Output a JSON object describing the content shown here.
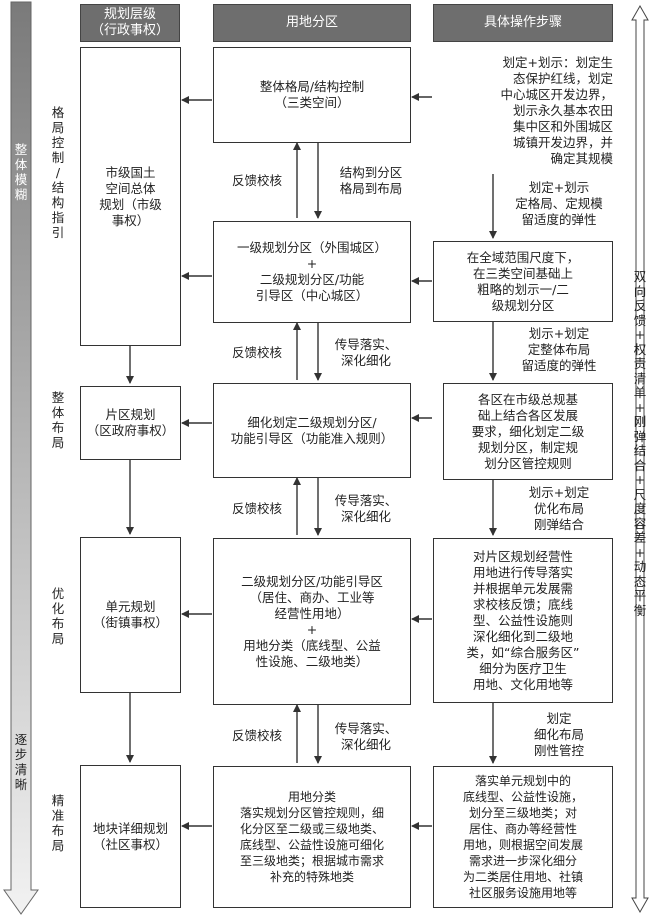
{
  "headers": {
    "level": "规划层级\n（行政事权）",
    "zoning": "用地分区",
    "steps": "具体操作步骤"
  },
  "left_axis": {
    "top": "整\n体\n模\n糊",
    "bottom": "逐\n步\n清\n晰"
  },
  "right_axis": "双\n向\n反\n馈\n+\n权\n责\n清\n单\n+\n刚\n弹\n结\n合\n+\n尺\n度\n容\n差\n+\n动\n态\n平\n衡",
  "stages": [
    "格\n局\n控\n制\n/\n结\n构\n指\n引",
    "整\n体\n布\n局",
    "优\n化\n布\n局",
    "精\n准\n布\n局"
  ],
  "levels": [
    "市级国土\n空间总体\n规划（市级\n事权）",
    "片区规划\n（区政府事权）",
    "单元规划\n（街镇事权）",
    "地块详细规划\n（社区事权）"
  ],
  "zones": [
    "整体格局/结构控制\n（三类空间）",
    "一级规划分区（外围城区）\n+\n二级规划分区/功能\n引导区（中心城区）",
    "细化划定二级规划分区/\n功能引导区（功能准入规则）",
    "二级规划分区/功能引导区\n（居住、商办、工业等\n经营性用地）\n+\n用地分类（底线型、公益\n性设施、二级地类）",
    "用地分类\n落实规划分区管控规则，细\n化分区至二级或三级地类、\n底线型、公益性设施可细化\n至三级地类；根据城市需求\n补充的特殊地类"
  ],
  "steps": [
    "划定+划示：划定生\n态保护红线，划定\n中心城区开发边界，\n划示永久基本农田\n集中区和外围城区\n城镇开发边界，并\n确定其规模",
    "在全域范围尺度下，\n在三类空间基础上\n粗略的划示一/二\n级规划分区",
    "各区在市级总规基\n础上结合各区发展\n要求，细化划定二级\n规划分区，制定规\n划分区管控规则",
    "对片区规划经营性\n用地进行传导落实\n并根据单元发展需\n求校核反馈；底线\n型、公益性设施则\n深化细化到二级地\n类，如“综合服务区”\n细分为医疗卫生\n用地、文化用地等",
    "落实单元规划中的\n底线型、公益性设施，\n划分至三级地类；对\n居住、商办等经营性\n用地，则根据空间发展\n需求进一步深化细分\n为二类居住用地、社镇\n社区服务设施用地等"
  ],
  "step_notes": [
    "划定+划示\n定格局、定规模\n留适度的弹性",
    "划示+划定\n定整体布局\n留适度的弹性",
    "划示+划定\n优化布局\n刚弹结合",
    "划定\n细化布局\n刚性管控"
  ],
  "zone_up_labels": [
    "反馈校核",
    "反馈校核",
    "反馈校核",
    "反馈校核"
  ],
  "zone_down_labels": [
    "结构到分区\n格局到布局",
    "传导落实、\n深化细化",
    "传导落实、\n深化细化",
    "传导落实、\n深化细化"
  ]
}
